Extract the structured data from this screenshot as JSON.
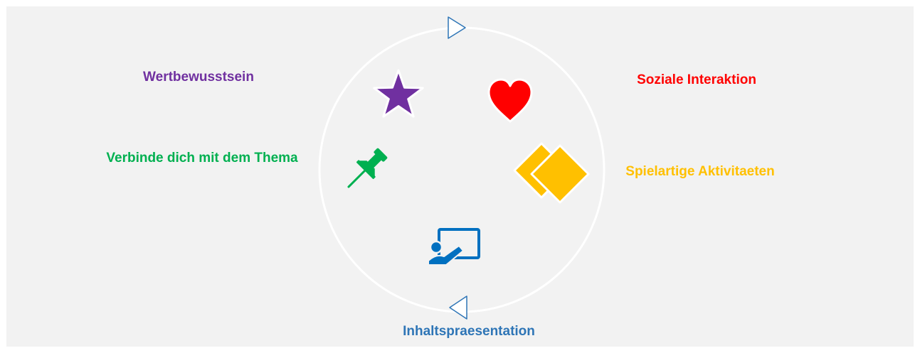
{
  "colors": {
    "background": "#f2f2f2",
    "circle": "#ffffff",
    "arrow": "#2e75b6",
    "purple": "#7030a0",
    "red": "#ff0000",
    "green": "#00b050",
    "yellow": "#ffc000",
    "blue": "#0070c0"
  },
  "labels": {
    "wertbewusstsein": "Wertbewusstsein",
    "soziale_interaktion": "Soziale Interaktion",
    "verbinde": "Verbinde dich mit dem Thema",
    "spielartige": "Spielartige Aktivitaeten",
    "inhaltspraesentation": "Inhaltspraesentation"
  },
  "icons": {
    "star": "star-icon",
    "heart": "heart-icon",
    "pushpin": "pushpin-icon",
    "diamonds": "diamonds-icon",
    "presentation": "presentation-icon",
    "arrow_top": "play-right-icon",
    "arrow_bottom": "play-left-icon"
  }
}
